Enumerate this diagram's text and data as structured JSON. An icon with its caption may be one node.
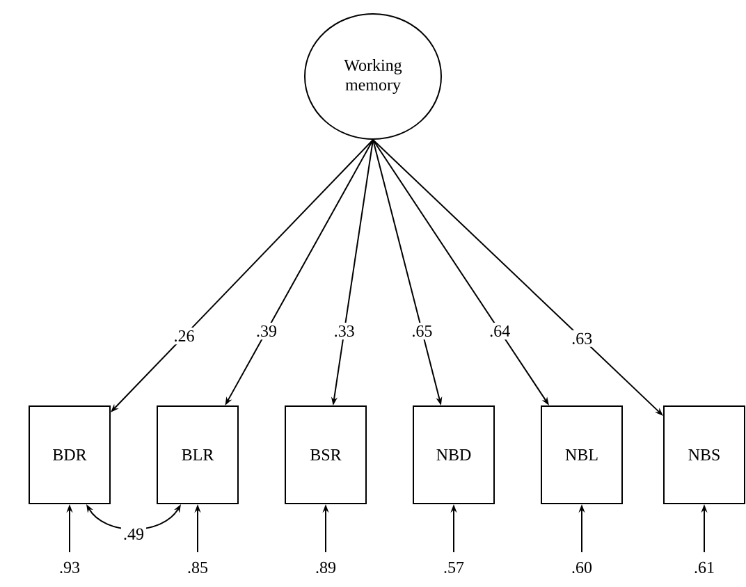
{
  "diagram": {
    "nodes": [
      {
        "text": [
          "Working memory"
        ]
      },
      {
        "text": [
          "BDR"
        ]
      },
      {
        "text": [
          "BLR"
        ]
      },
      {
        "text": [
          "BSR"
        ]
      },
      {
        "text": [
          "NBD"
        ]
      },
      {
        "text": [
          "NBL"
        ]
      },
      {
        "text": [
          "NBS"
        ]
      }
    ],
    "edges": [
      {
        "from": 0,
        "to": 1,
        "arrow": "to",
        "label": ".26"
      },
      {
        "from": 0,
        "to": 2,
        "arrow": "to",
        "label": ".39"
      },
      {
        "from": 0,
        "to": 3,
        "arrow": "to",
        "label": ".33"
      },
      {
        "from": 0,
        "to": 4,
        "arrow": "to",
        "label": ".65"
      },
      {
        "from": 0,
        "to": 5,
        "arrow": "to",
        "label": ".64"
      },
      {
        "from": 0,
        "to": 6,
        "arrow": "to",
        "label": ".63"
      },
      {
        "from": null,
        "to": 1,
        "arrow": "to",
        "label": ".93"
      },
      {
        "from": null,
        "to": 2,
        "arrow": "to",
        "label": ".85"
      },
      {
        "from": null,
        "to": 3,
        "arrow": "to",
        "label": ".89"
      },
      {
        "from": null,
        "to": 4,
        "arrow": "to",
        "label": ".57"
      },
      {
        "from": null,
        "to": 5,
        "arrow": "to",
        "label": ".60"
      },
      {
        "from": null,
        "to": 6,
        "arrow": "to",
        "label": ".61"
      },
      {
        "from": 1,
        "to": 2,
        "arrow": "both",
        "label": ".49"
      }
    ]
  }
}
